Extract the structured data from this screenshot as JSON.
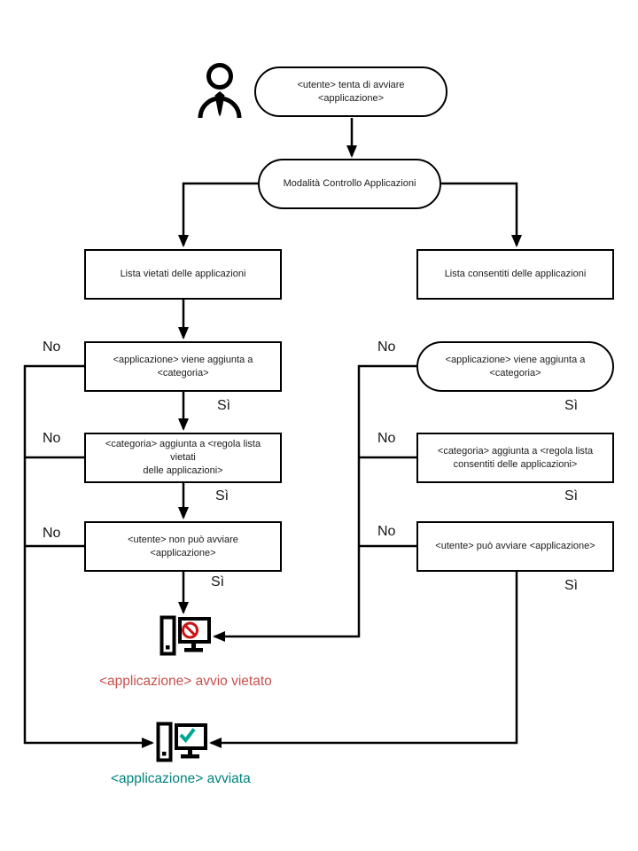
{
  "colors": {
    "line": "#000000",
    "blocked_text": "#c9504e",
    "blocked_badge": "#cc1414",
    "started_text": "#00837d",
    "started_badge": "#00a88e"
  },
  "flow": {
    "labels": {
      "no": "No",
      "yes": "Sì"
    },
    "start": {
      "l1": "<utente> tenta di avviare",
      "l2": "<applicazione>"
    },
    "mode": {
      "l1": "Modalità Controllo Applicazioni"
    },
    "left": {
      "list": {
        "l1": "Lista vietati delle applicazioni"
      },
      "category": {
        "l1": "<applicazione> viene aggiunta a",
        "l2": "<categoria>"
      },
      "rule": {
        "l1": "<categoria> aggiunta a <regola lista vietati",
        "l2": "delle applicazioni>"
      },
      "result": {
        "l1": "<utente> non può avviare <applicazione>"
      }
    },
    "right": {
      "list": {
        "l1": "Lista consentiti delle applicazioni"
      },
      "category": {
        "l1": "<applicazione> viene aggiunta a",
        "l2": "<categoria>"
      },
      "rule": {
        "l1": "<categoria> aggiunta a <regola lista",
        "l2": "consentiti delle applicazioni>"
      },
      "result": {
        "l1": "<utente> può avviare <applicazione>"
      }
    },
    "outcomes": {
      "blocked": "<applicazione> avvio vietato",
      "started": "<applicazione> avviata"
    },
    "icons": {
      "user": "person-icon",
      "blocked": "computer-blocked-icon",
      "started": "computer-check-icon"
    }
  }
}
